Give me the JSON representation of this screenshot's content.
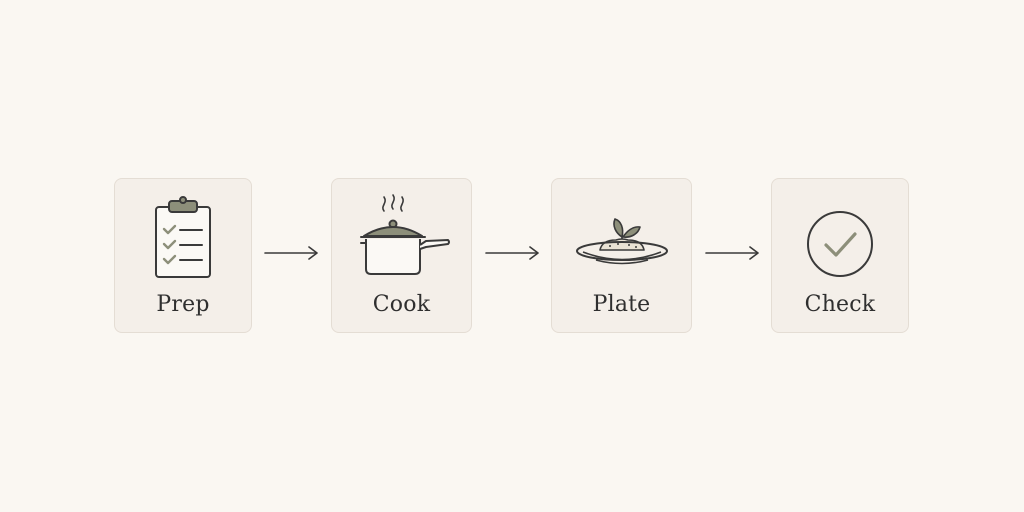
{
  "steps": [
    {
      "id": "prep",
      "label": "Prep",
      "icon": "clipboard-checklist-icon"
    },
    {
      "id": "cook",
      "label": "Cook",
      "icon": "cooking-pot-icon"
    },
    {
      "id": "plate",
      "label": "Plate",
      "icon": "plated-dish-icon"
    },
    {
      "id": "check",
      "label": "Check",
      "icon": "check-circle-icon"
    }
  ],
  "colors": {
    "background": "#faf7f2",
    "card": "#f4efe9",
    "card_border": "#e4ddd4",
    "stroke": "#3a3a3a",
    "accent": "#8d8f7a"
  }
}
